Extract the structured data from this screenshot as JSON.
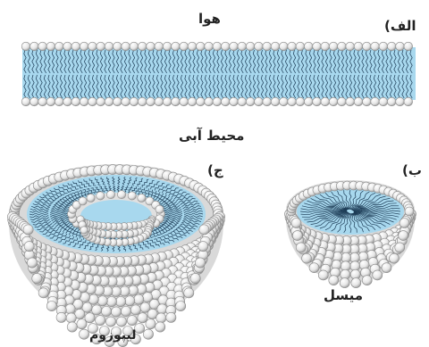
{
  "panels": {
    "a": {
      "tag": "الف)",
      "top_label": "هوا",
      "bottom_label": "محیط آبی"
    },
    "b": {
      "tag": "ب)",
      "caption": "میسل"
    },
    "c": {
      "tag": "ج)",
      "caption": "لیپوزوم"
    }
  },
  "colors": {
    "water": "#a8d8ee",
    "lipid_head": "#f2f2f2",
    "lipid_head_stroke": "#8a8a8a",
    "tail": "#1e3d57"
  }
}
